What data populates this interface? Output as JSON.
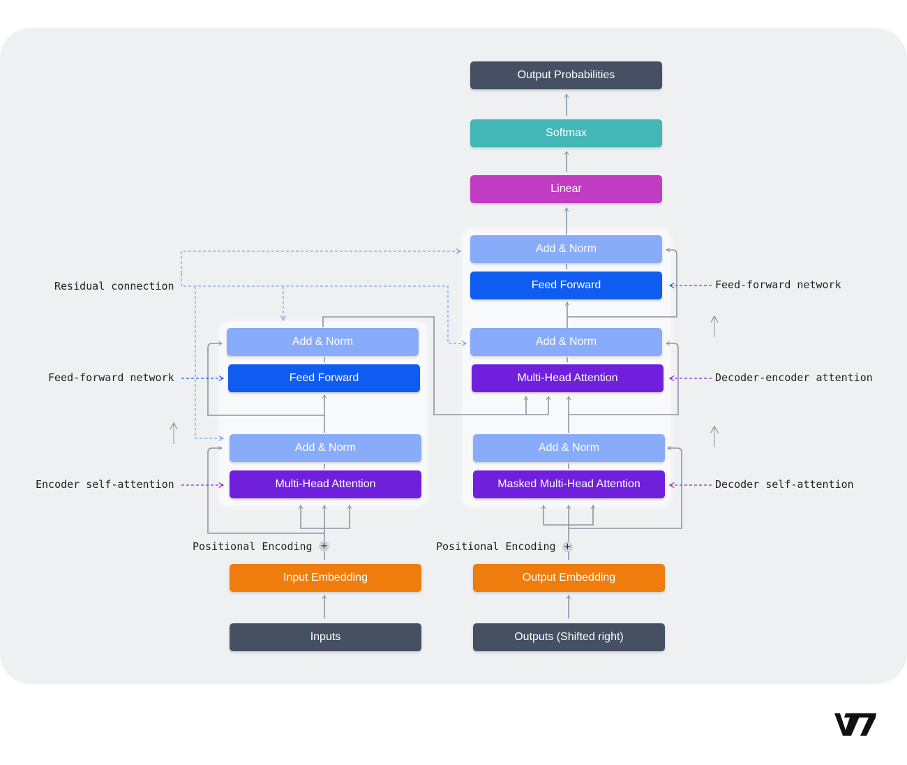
{
  "decoder_top": {
    "output_probabilities": "Output Probabilities",
    "softmax": "Softmax",
    "linear": "Linear"
  },
  "encoder": {
    "add_norm_top": "Add & Norm",
    "feed_forward": "Feed Forward",
    "add_norm_bottom": "Add & Norm",
    "multi_head_attention": "Multi-Head Attention",
    "positional_encoding": "Positional Encoding",
    "input_embedding": "Input Embedding",
    "inputs": "Inputs"
  },
  "decoder": {
    "add_norm_top": "Add & Norm",
    "feed_forward": "Feed Forward",
    "add_norm_middle": "Add & Norm",
    "multi_head_attention": "Multi-Head Attention",
    "add_norm_bottom": "Add & Norm",
    "masked_multi_head_attention": "Masked Multi-Head Attention",
    "positional_encoding": "Positional Encoding",
    "output_embedding": "Output Embedding",
    "outputs": "Outputs (Shifted right)"
  },
  "annotations": {
    "residual_connection": "Residual connection",
    "encoder_feed_forward": "Feed-forward network",
    "encoder_self_attention": "Encoder self-attention",
    "decoder_feed_forward": "Feed-forward network",
    "decoder_encoder_attention": "Decoder-encoder attention",
    "decoder_self_attention": "Decoder self-attention"
  },
  "plus_symbol": "+",
  "logo_text": "V7",
  "colors": {
    "dark": "#465063",
    "teal": "#43b6b6",
    "magenta": "#c03cc3",
    "light_blue": "#88acfa",
    "blue": "#0f5cf0",
    "purple": "#7020dc",
    "orange": "#ee7d0d"
  }
}
